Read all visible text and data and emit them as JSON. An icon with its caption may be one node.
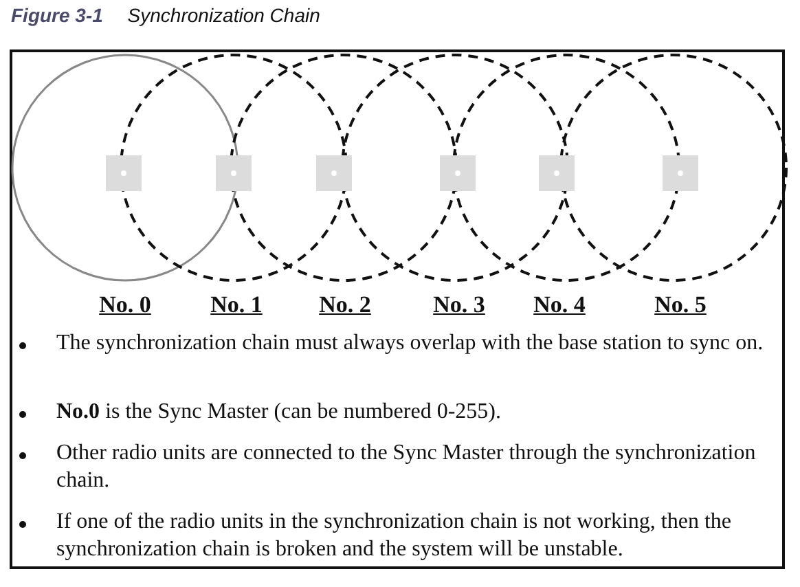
{
  "diagram": {
    "title": "**Figure 3-1** Synchronization Chain",
    "labels": [
      "No. 0",
      "No. 1",
      "No. 2",
      "No. 3",
      "No. 4",
      "No. 5",
      "The synchronization chain must always overlap with the base station to sync on.",
      "**No.0** is the Sync Master (can be numbered 0-255).",
      "Other radio units are connected to the Sync Master through the synchronization chain.",
      "If one of the radio units in the synchronization chain is not working, then the synchronization chain is broken and the system will be unstable."
    ]
  }
}
